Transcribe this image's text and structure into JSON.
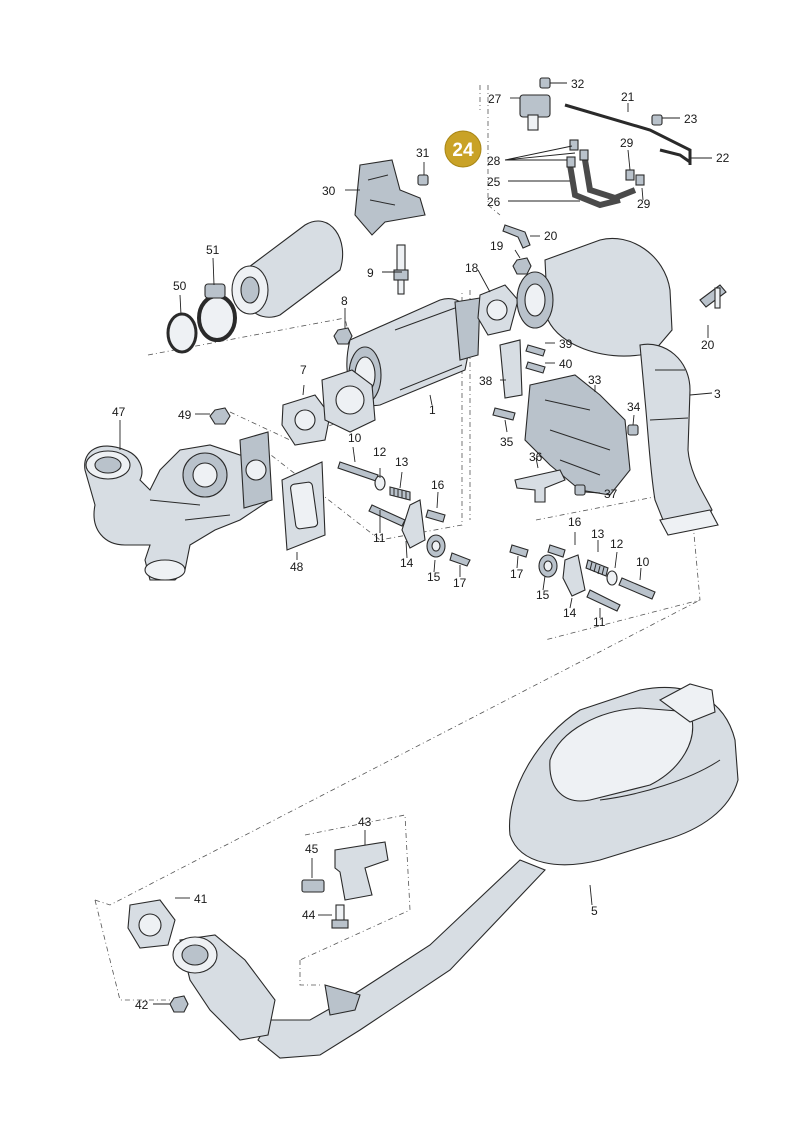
{
  "badge": {
    "text": "24",
    "color": "#c9a227"
  },
  "colors": {
    "part_fill": "#d7dde3",
    "part_shadow": "#b9c2cb",
    "line": "#2a2a2a"
  },
  "callouts": {
    "c1": "1",
    "c3": "3",
    "c5": "5",
    "c7": "7",
    "c8": "8",
    "c9": "9",
    "c10a": "10",
    "c10b": "10",
    "c11a": "11",
    "c11b": "11",
    "c12a": "12",
    "c12b": "12",
    "c13a": "13",
    "c13b": "13",
    "c14a": "14",
    "c14b": "14",
    "c15a": "15",
    "c15b": "15",
    "c16a": "16",
    "c16b": "16",
    "c17a": "17",
    "c17b": "17",
    "c18": "18",
    "c19": "19",
    "c20a": "20",
    "c20b": "20",
    "c21": "21",
    "c22": "22",
    "c23": "23",
    "c25": "25",
    "c26": "26",
    "c27": "27",
    "c28": "28",
    "c29a": "29",
    "c29b": "29",
    "c30": "30",
    "c31": "31",
    "c32": "32",
    "c33": "33",
    "c34": "34",
    "c35": "35",
    "c36": "36",
    "c37": "37",
    "c38": "38",
    "c39": "39",
    "c40": "40",
    "c41": "41",
    "c42": "42",
    "c43": "43",
    "c44": "44",
    "c45": "45",
    "c47": "47",
    "c48": "48",
    "c49": "49",
    "c50": "50",
    "c51": "51"
  }
}
